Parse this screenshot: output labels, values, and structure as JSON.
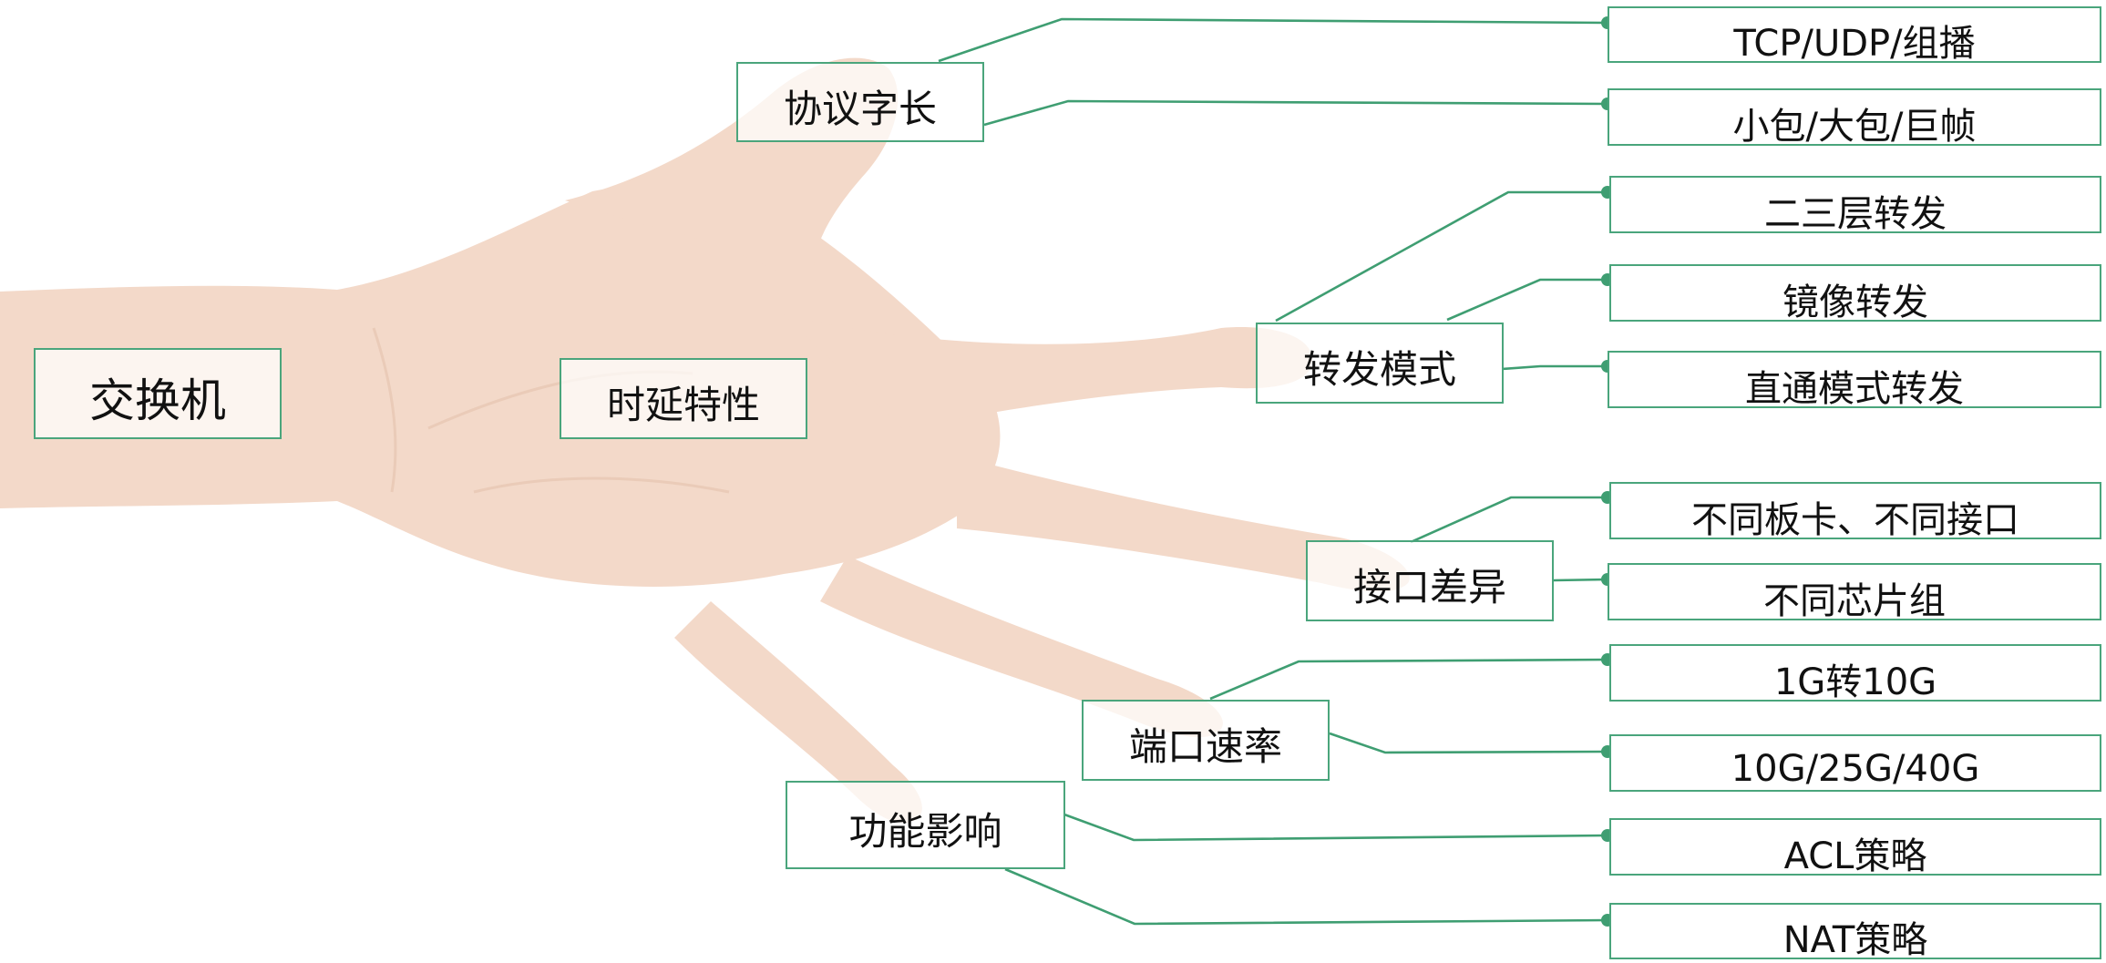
{
  "diagram": {
    "root": {
      "label": "交换机"
    },
    "center": {
      "label": "时延特性"
    },
    "branches": [
      {
        "label": "协议字长",
        "items": [
          "TCP/UDP/组播",
          "小包/大包/巨帧"
        ]
      },
      {
        "label": "转发模式",
        "items": [
          "二三层转发",
          "镜像转发",
          "直通模式转发"
        ]
      },
      {
        "label": "接口差异",
        "items": [
          "不同板卡、不同接口",
          "不同芯片组"
        ]
      },
      {
        "label": "端口速率",
        "items": [
          "1G转10G",
          "10G/25G/40G"
        ]
      },
      {
        "label": "功能影响",
        "items": [
          "ACL策略",
          "NAT策略"
        ]
      }
    ],
    "colors": {
      "line": "#3f9e72",
      "box_border": "#4aa57c",
      "hand": "#f3d9c9",
      "text": "#111111"
    },
    "background_image": "hand-illustration"
  }
}
